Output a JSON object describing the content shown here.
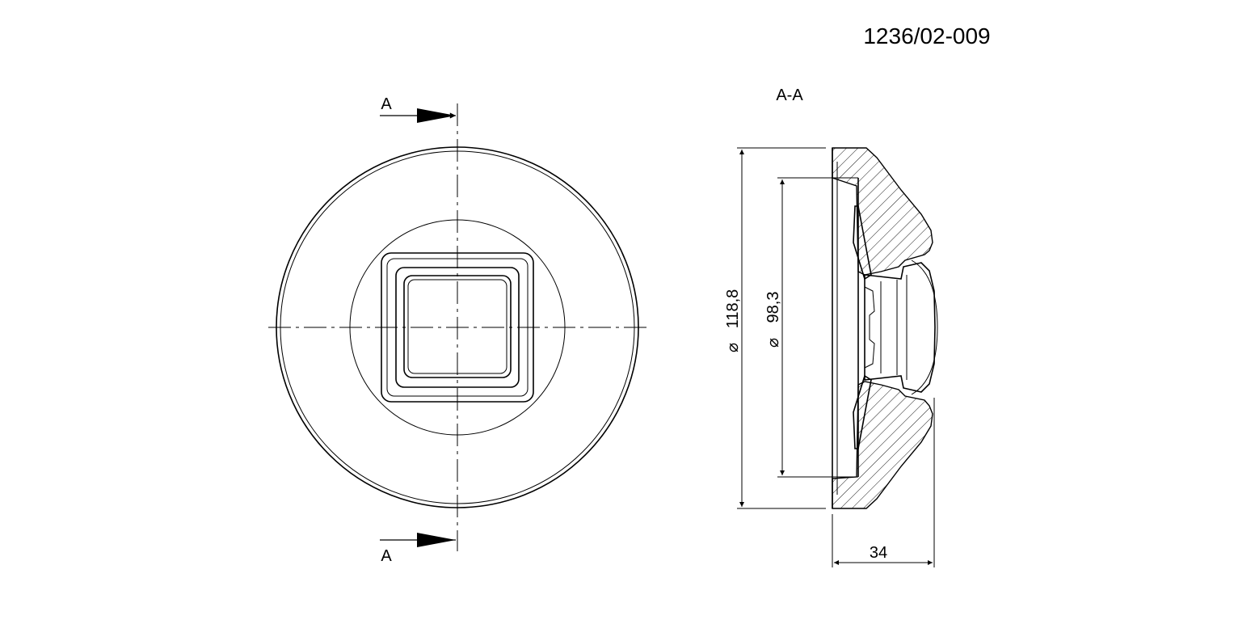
{
  "drawing_number": "1236/02-009",
  "section": {
    "cut_label_top": "A",
    "cut_label_bottom": "A",
    "view_title": "A-A"
  },
  "dimensions": {
    "outer_diameter": "118,8",
    "inner_diameter": "98,3",
    "depth": "34",
    "diameter_symbol": "⌀"
  }
}
